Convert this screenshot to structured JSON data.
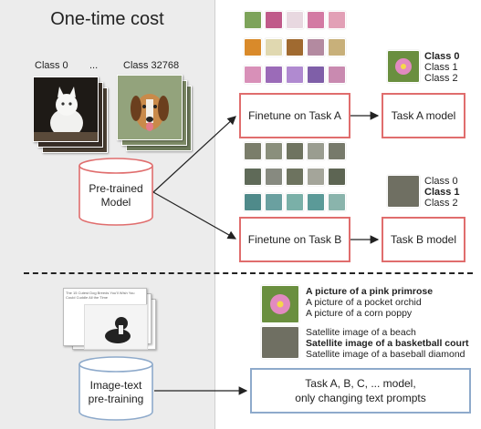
{
  "left_panel": {
    "title": "One-time cost"
  },
  "class_labels": {
    "first": "Class 0",
    "ellipsis": "...",
    "last": "Class 32768"
  },
  "pretrained_model": {
    "line1": "Pre-trained",
    "line2": "Model"
  },
  "image_text": {
    "line1": "Image-text",
    "line2": "pre-training"
  },
  "task_a": {
    "finetune": "Finetune on Task A",
    "model": "Task A model",
    "classes": [
      {
        "label": "Class 0",
        "bold": true
      },
      {
        "label": "Class 1",
        "bold": false
      },
      {
        "label": "Class 2",
        "bold": false
      }
    ]
  },
  "task_b": {
    "finetune": "Finetune on Task B",
    "model": "Task B model",
    "classes": [
      {
        "label": "Class 0",
        "bold": false
      },
      {
        "label": "Class 1",
        "bold": true
      },
      {
        "label": "Class 2",
        "bold": false
      }
    ]
  },
  "prompts": {
    "flowers": [
      "A picture of a pink primrose",
      "A picture of a pocket orchid",
      "A picture of a corn poppy"
    ],
    "satellite": [
      "Satellite image of a beach",
      "Satellite image of a basketball court",
      "Satellite image of a baseball diamond"
    ],
    "bold_index": {
      "flowers": 0,
      "satellite": 1
    }
  },
  "final_model": {
    "line1": "Task A, B, C, ... model,",
    "line2": "only changing text prompts"
  },
  "doc_text": "The 15 Cutest Dog Breeds You'll Wish You Could Cuddle All the Time",
  "colors": {
    "red_box": "#e06d6d",
    "blue_box": "#8eaacb",
    "panel": "#ececec"
  }
}
